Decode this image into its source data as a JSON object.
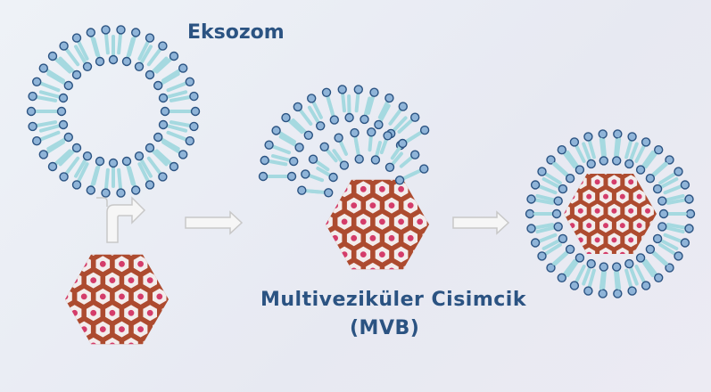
{
  "labels": {
    "exosome": "Eksozom",
    "mvb_line1": "Multiveziküler Cisimcik",
    "mvb_line2": "(MVB)"
  },
  "colors": {
    "text": "#2b5382",
    "lipid_head": "#8fb4d8",
    "lipid_head_stroke": "#2b5382",
    "lipid_tail": "#a5d9e0",
    "cell_fill": "#ad4b2f",
    "cell_ring": "#f3ecec",
    "cell_dot": "#d43c6a",
    "arrow_fill": "#f6f6f6",
    "arrow_stroke": "#c8c8c8"
  }
}
